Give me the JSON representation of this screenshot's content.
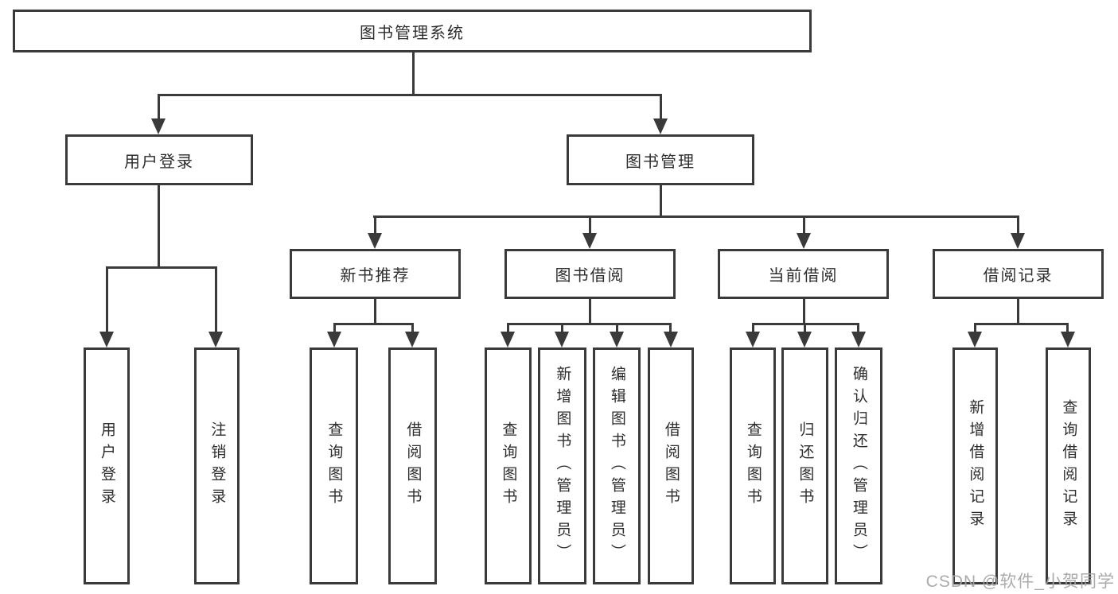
{
  "colors": {
    "line": "#3a3a3a",
    "text": "#2d2d2d",
    "watermark": "#a7a7a7",
    "background": "#ffffff"
  },
  "watermark": "CSDN @软件_小贺同学",
  "tree": {
    "root": {
      "label": "图书管理系统"
    },
    "branches": [
      {
        "label": "用户登录",
        "leaves": [
          "用户登录",
          "注销登录"
        ]
      },
      {
        "label": "图书管理",
        "groups": [
          {
            "label": "新书推荐",
            "leaves": [
              "查询图书",
              "借阅图书"
            ]
          },
          {
            "label": "图书借阅",
            "leaves": [
              "查询图书",
              "新增图书（管理员）",
              "编辑图书（管理员）",
              "借阅图书"
            ]
          },
          {
            "label": "当前借阅",
            "leaves": [
              "查询图书",
              "归还图书",
              "确认归还（管理员）"
            ]
          },
          {
            "label": "借阅记录",
            "leaves": [
              "新增借阅记录",
              "查询借阅记录"
            ]
          }
        ]
      }
    ]
  }
}
